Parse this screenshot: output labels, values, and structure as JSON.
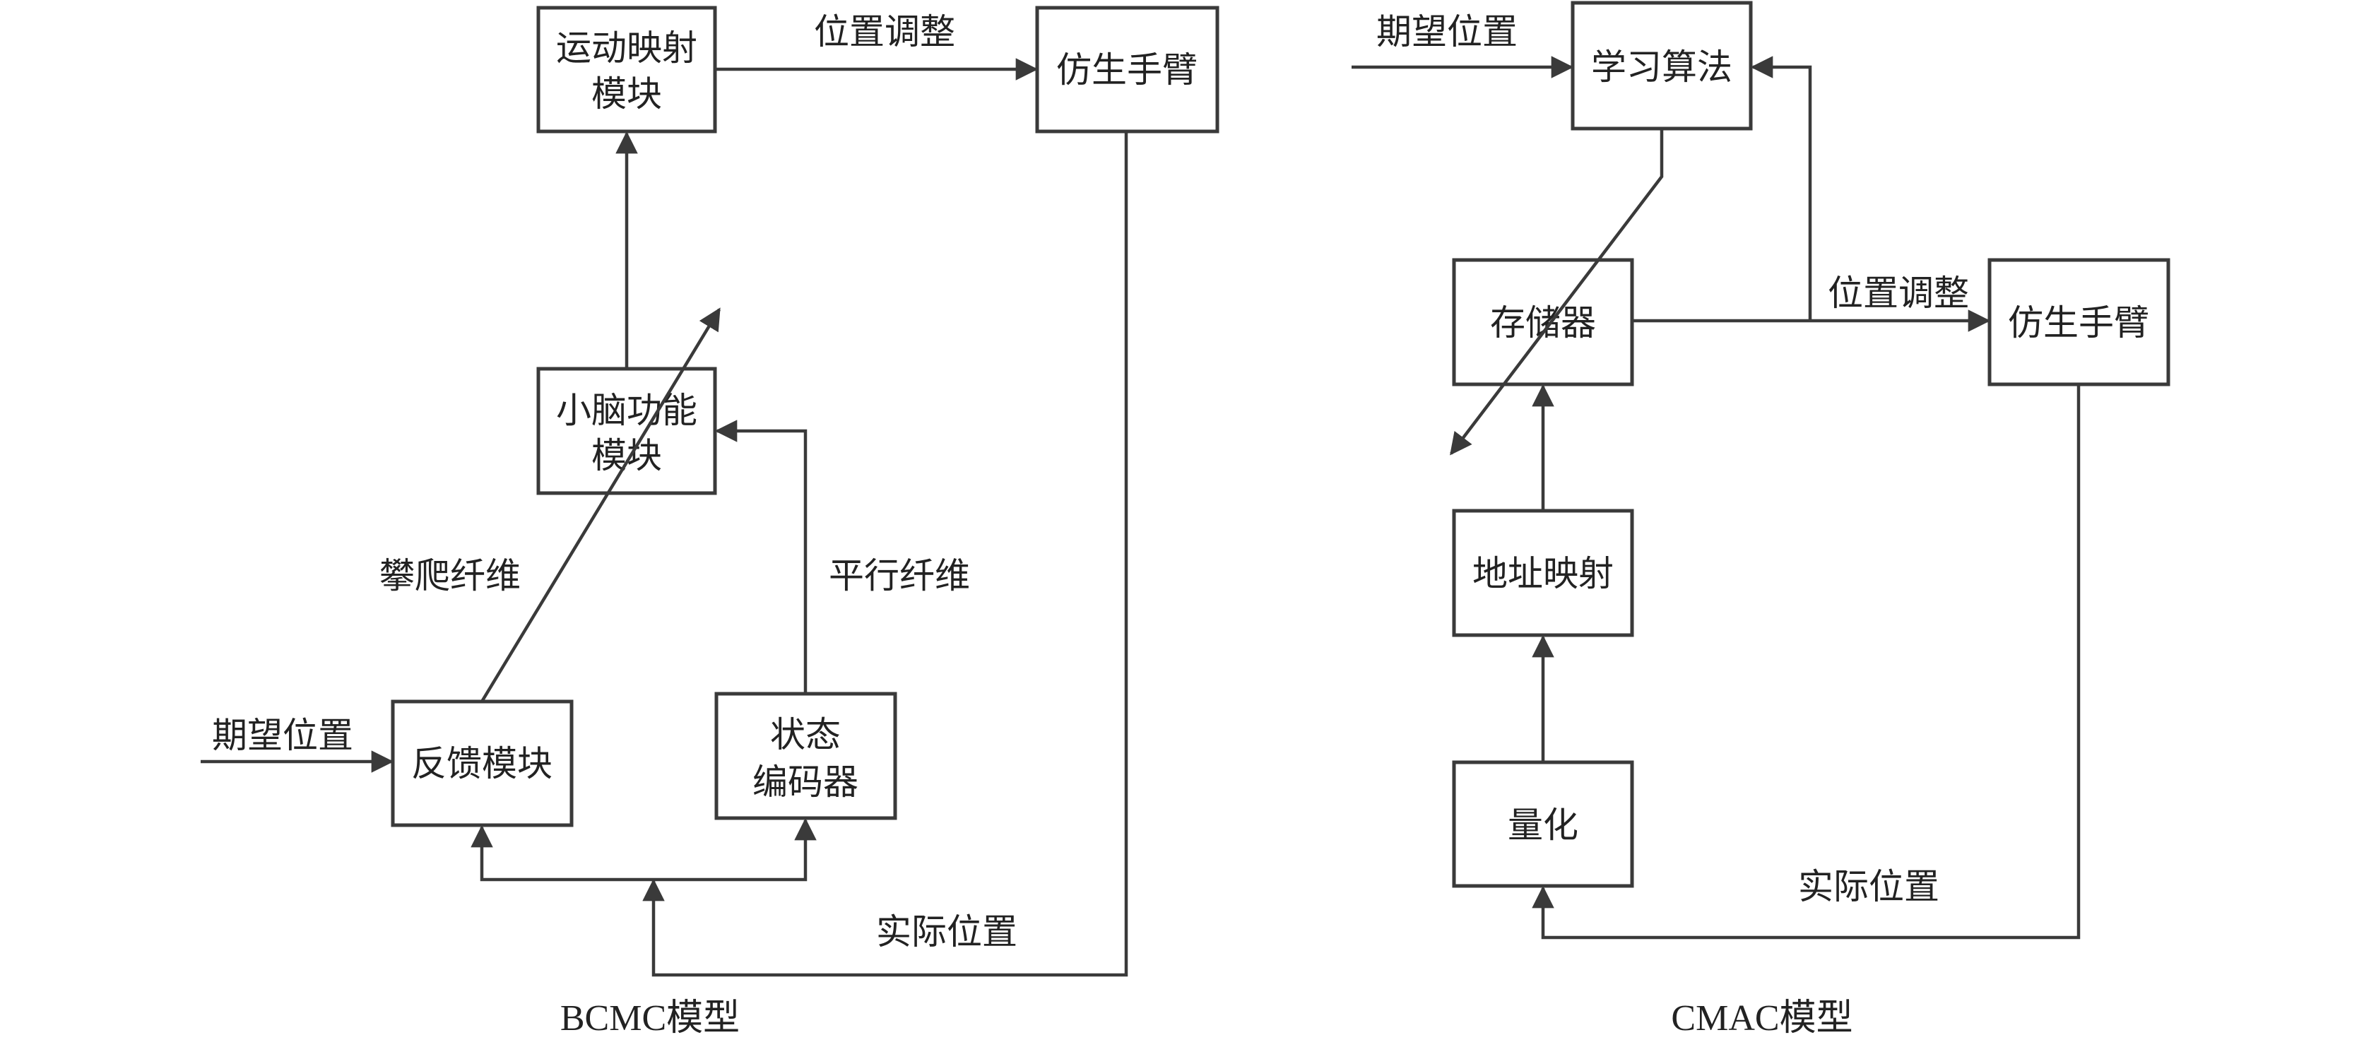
{
  "colors": {
    "line": "#3a3a3a",
    "text": "#222222",
    "background": "#ffffff"
  },
  "bcmc": {
    "caption": "BCMC模型",
    "boxes": {
      "motor_mapping": [
        "运动映射",
        "模块"
      ],
      "bionic_arm": [
        "仿生手臂"
      ],
      "cerebellum": [
        "小脑功能",
        "模块"
      ],
      "feedback": [
        "反馈模块"
      ],
      "state_encoder": [
        "状态",
        "编码器"
      ]
    },
    "labels": {
      "position_adjust": "位置调整",
      "climbing_fiber": "攀爬纤维",
      "parallel_fiber": "平行纤维",
      "desired_position": "期望位置",
      "actual_position": "实际位置"
    }
  },
  "cmac": {
    "caption": "CMAC模型",
    "boxes": {
      "learning_algorithm": [
        "学习算法"
      ],
      "memory": [
        "存储器"
      ],
      "bionic_arm": [
        "仿生手臂"
      ],
      "address_mapping": [
        "地址映射"
      ],
      "quantization": [
        "量化"
      ]
    },
    "labels": {
      "desired_position": "期望位置",
      "position_adjust": "位置调整",
      "actual_position": "实际位置"
    }
  }
}
